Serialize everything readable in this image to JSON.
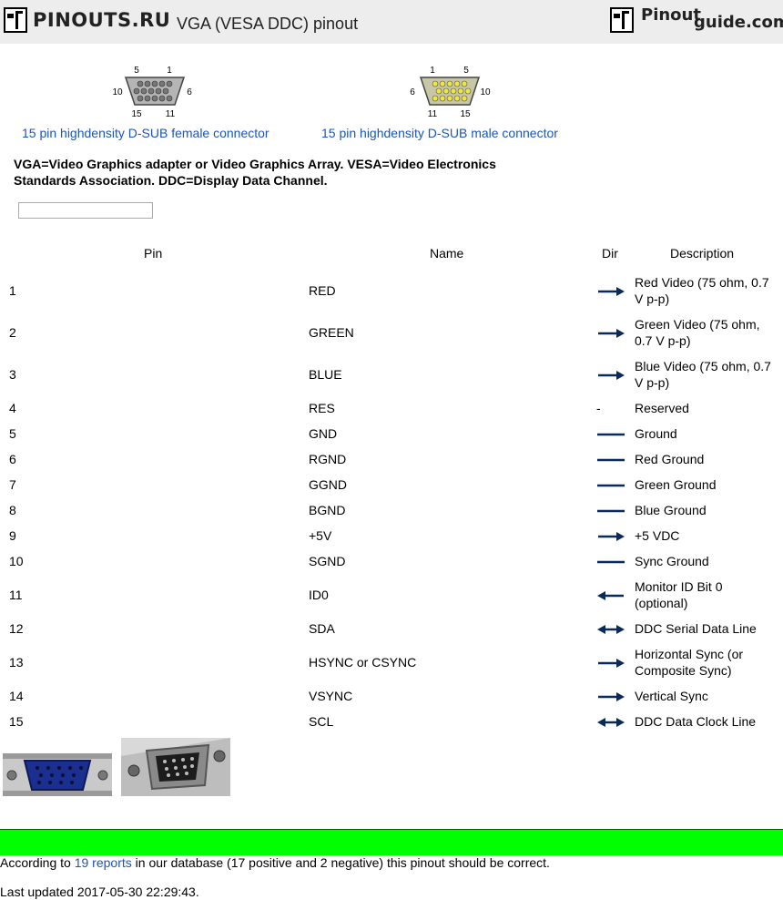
{
  "header": {
    "site_name": "PINOUTS.RU",
    "page_title": "VGA (VESA DDC) pinout",
    "partner_word1": "Pinout",
    "partner_word2": "guide.com"
  },
  "connectors": {
    "female_label": "15 pin highdensity D-SUB female connector",
    "male_label": "15 pin highdensity D-SUB male connector",
    "female_pins": {
      "top_left": "5",
      "top_right": "1",
      "left": "10",
      "right": "6",
      "bottom_left": "15",
      "bottom_right": "11"
    },
    "male_pins": {
      "top_left": "1",
      "top_right": "5",
      "left": "6",
      "right": "10",
      "bottom_left": "11",
      "bottom_right": "15"
    }
  },
  "intro": "VGA=Video Graphics adapter or Video Graphics Array. VESA=Video Electronics Standards Association. DDC=Display Data Channel.",
  "search": {
    "value": ""
  },
  "table": {
    "headers": {
      "pin": "Pin",
      "name": "Name",
      "dir": "Dir",
      "description": "Description"
    },
    "rows": [
      {
        "pin": "1",
        "name": "RED",
        "dir": "out",
        "desc": "Red Video (75 ohm, 0.7 V p-p)"
      },
      {
        "pin": "2",
        "name": "GREEN",
        "dir": "out",
        "desc": "Green Video (75 ohm, 0.7 V p-p)"
      },
      {
        "pin": "3",
        "name": "BLUE",
        "dir": "out",
        "desc": "Blue Video (75 ohm, 0.7 V p-p)"
      },
      {
        "pin": "4",
        "name": "RES",
        "dir": "-",
        "desc": "Reserved"
      },
      {
        "pin": "5",
        "name": "GND",
        "dir": "line",
        "desc": "Ground"
      },
      {
        "pin": "6",
        "name": "RGND",
        "dir": "line",
        "desc": "Red Ground"
      },
      {
        "pin": "7",
        "name": "GGND",
        "dir": "line",
        "desc": "Green Ground"
      },
      {
        "pin": "8",
        "name": "BGND",
        "dir": "line",
        "desc": "Blue Ground"
      },
      {
        "pin": "9",
        "name": "+5V",
        "dir": "out",
        "desc": "+5 VDC"
      },
      {
        "pin": "10",
        "name": "SGND",
        "dir": "line",
        "desc": "Sync Ground"
      },
      {
        "pin": "11",
        "name": "ID0",
        "dir": "in",
        "desc": "Monitor ID Bit 0 (optional)"
      },
      {
        "pin": "12",
        "name": "SDA",
        "dir": "bi",
        "desc": "DDC Serial Data Line"
      },
      {
        "pin": "13",
        "name": "HSYNC or CSYNC",
        "dir": "out",
        "desc": "Horizontal Sync (or Composite Sync)"
      },
      {
        "pin": "14",
        "name": "VSYNC",
        "dir": "out",
        "desc": "Vertical Sync"
      },
      {
        "pin": "15",
        "name": "SCL",
        "dir": "bi",
        "desc": "DDC Data Clock Line"
      }
    ]
  },
  "footer": {
    "reports_prefix": "According to ",
    "reports_link": "19 reports",
    "reports_suffix": " in our database (17 positive and 2 negative) this pinout should be correct.",
    "updated": "Last updated 2017-05-30 22:29:43."
  },
  "colors": {
    "link": "#1a56b8",
    "status_bar": "#00ff00",
    "header_bg": "#ededed",
    "arrow": "#0a2a5a"
  },
  "icons": [
    "pinouts-logo-icon",
    "pinoutguide-logo-icon",
    "arrow-out-icon",
    "arrow-in-icon",
    "arrow-bidirectional-icon",
    "ground-line-icon"
  ]
}
